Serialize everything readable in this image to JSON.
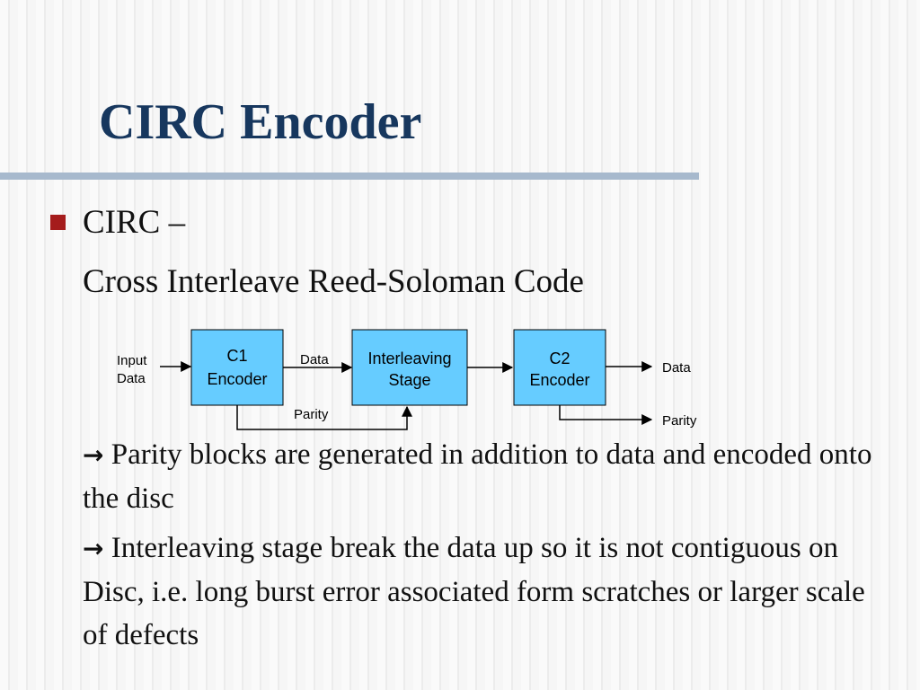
{
  "slide": {
    "title": "CIRC Encoder",
    "bullet": {
      "line1": "CIRC –",
      "line2": "Cross Interleave Reed-Soloman Code"
    },
    "paragraphs": [
      {
        "arrow": "→",
        "text": " Parity blocks are generated in addition to data and encoded onto the disc"
      },
      {
        "arrow": "→",
        "text": " Interleaving stage break the data up so it is not contiguous on Disc, i.e. long burst error associated form scratches or larger scale of defects"
      }
    ]
  },
  "diagram": {
    "input_label": [
      "Input",
      "Data"
    ],
    "blocks": [
      {
        "lines": [
          "C1",
          "Encoder"
        ]
      },
      {
        "lines": [
          "Interleaving",
          "Stage"
        ]
      },
      {
        "lines": [
          "C2",
          "Encoder"
        ]
      }
    ],
    "edge_labels": {
      "c1_to_interleave": "Data",
      "parity_feed": "Parity",
      "out_data": "Data",
      "out_parity": "Parity"
    }
  },
  "colors": {
    "title": "#17375e",
    "block_fill": "#66ccff",
    "rule": "#a7b9cd",
    "bullet": "#a51c1c"
  }
}
